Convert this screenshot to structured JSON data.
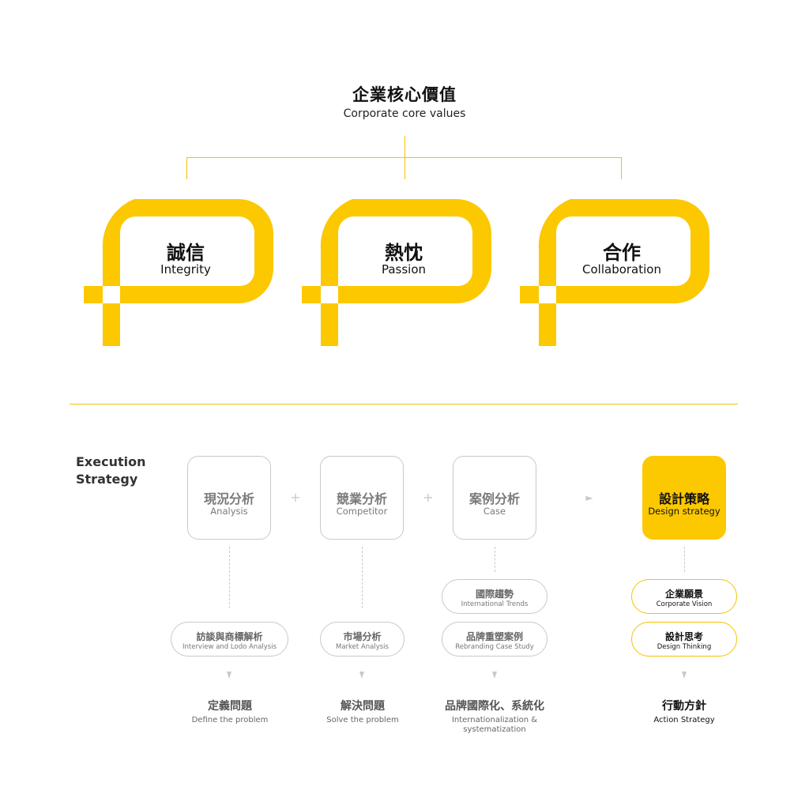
{
  "header": {
    "title_zh": "企業核心價值",
    "title_en": "Corporate core values"
  },
  "values": [
    {
      "zh": "誠信",
      "en": "Integrity"
    },
    {
      "zh": "熱忱",
      "en": "Passion"
    },
    {
      "zh": "合作",
      "en": "Collaboration"
    }
  ],
  "execution": {
    "title_line1": "Execution",
    "title_line2": "Strategy",
    "steps": [
      {
        "zh": "現況分析",
        "en": "Analysis"
      },
      {
        "zh": "競業分析",
        "en": "Competitor"
      },
      {
        "zh": "案例分析",
        "en": "Case"
      },
      {
        "zh": "設計策略",
        "en": "Design strategy"
      }
    ],
    "operators": [
      "+",
      "+",
      "►"
    ],
    "pills": {
      "analysis": [
        {
          "zh": "訪談與商標解析",
          "en": "Interview and Lodo Analysis"
        }
      ],
      "competitor": [
        {
          "zh": "市場分析",
          "en": "Market Analysis"
        }
      ],
      "case": [
        {
          "zh": "國際趨勢",
          "en": "International Trends"
        },
        {
          "zh": "品牌重塑案例",
          "en": "Rebranding Case Study"
        }
      ],
      "strategy": [
        {
          "zh": "企業願景",
          "en": "Corporate Vision"
        },
        {
          "zh": "設計思考",
          "en": "Design Thinking"
        }
      ]
    },
    "outcomes": [
      {
        "zh": "定義問題",
        "en": "Define the problem"
      },
      {
        "zh": "解決問題",
        "en": "Solve the problem"
      },
      {
        "zh": "品牌國際化、系統化",
        "en_line1": "Internationalization &",
        "en_line2": "systematization"
      },
      {
        "zh": "行動方針",
        "en": "Action Strategy"
      }
    ]
  },
  "colors": {
    "accent": "#fcc800",
    "line": "#f3c300",
    "muted": "#c9c9c9"
  }
}
